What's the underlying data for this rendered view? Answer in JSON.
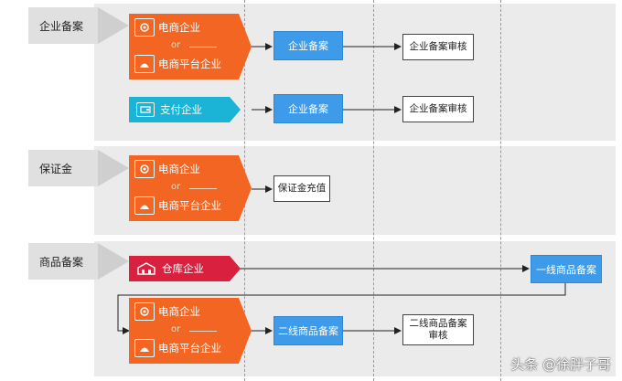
{
  "sections": [
    {
      "label": "企业备案"
    },
    {
      "label": "保证金"
    },
    {
      "label": "商品备案"
    }
  ],
  "entities": {
    "ecommerce": "电商企业",
    "or": "or",
    "platform": "电商平台企业",
    "payment": "支付企业",
    "warehouse": "仓库企业"
  },
  "boxes": {
    "enterprise_filing": "企业备案",
    "enterprise_review": "企业备案审核",
    "deposit_topup": "保证金充值",
    "first_line_goods": "一线商品备案",
    "second_line_goods": "二线商品备案",
    "second_line_review_1": "二线商品备案",
    "second_line_review_2": "审核"
  },
  "watermark": "头条 @徐胖子哥",
  "colors": {
    "orange": "#f26522",
    "cyan": "#1bb3d6",
    "crimson": "#d9203f",
    "blue": "#3d9be9",
    "band": "#ebebeb"
  }
}
